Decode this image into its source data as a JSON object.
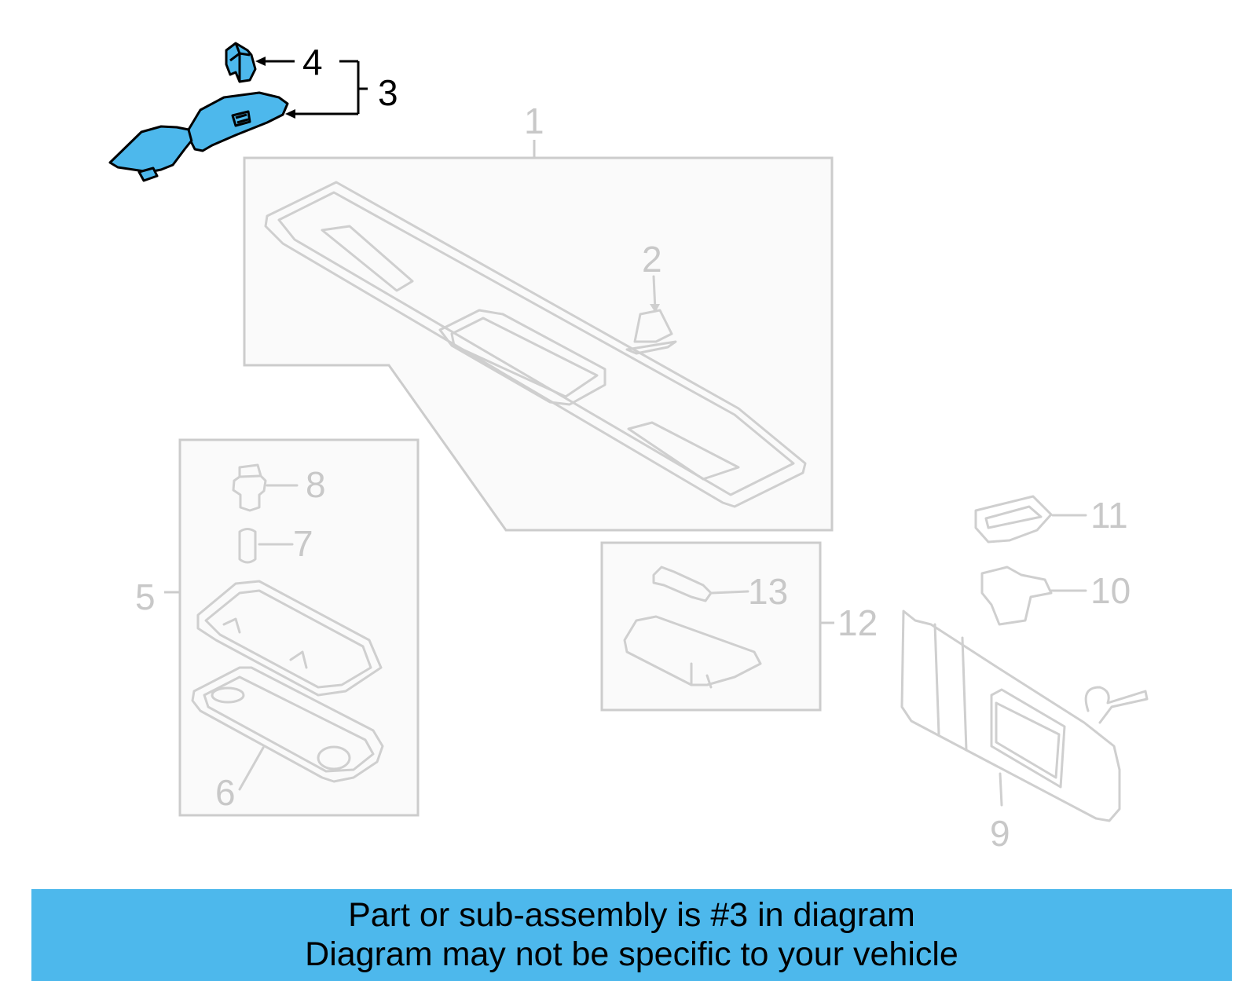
{
  "callouts": {
    "c1": "1",
    "c2": "2",
    "c3": "3",
    "c4": "4",
    "c5": "5",
    "c6": "6",
    "c7": "7",
    "c8": "8",
    "c9": "9",
    "c10": "10",
    "c11": "11",
    "c12": "12",
    "c13": "13"
  },
  "highlighted_callouts": [
    "3",
    "4"
  ],
  "colors": {
    "highlight": "#4db8ec",
    "ghost": "#cfcfcf",
    "banner": "#4db8ec"
  },
  "banner": {
    "line1": "Part or sub-assembly is #3 in diagram",
    "line2": "Diagram may not be specific to your vehicle"
  }
}
